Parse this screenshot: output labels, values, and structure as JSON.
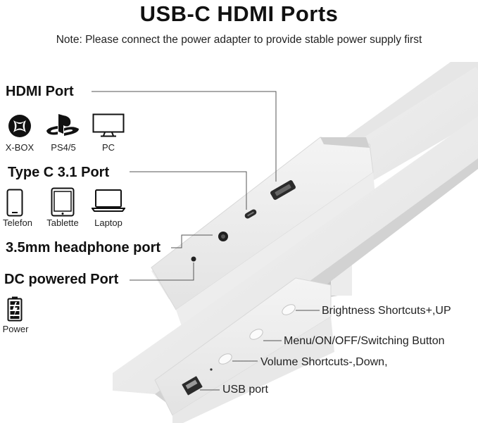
{
  "title": "USB-C HDMI Ports",
  "note": "Note: Please connect the power adapter to provide stable power supply first",
  "ports": {
    "hdmi": {
      "label": "HDMI Port",
      "devices": [
        {
          "icon": "xbox-icon",
          "label": "X-BOX"
        },
        {
          "icon": "playstation-icon",
          "label": "PS4/5"
        },
        {
          "icon": "monitor-icon",
          "label": "PC"
        }
      ]
    },
    "typec": {
      "label": "Type C 3.1 Port",
      "devices": [
        {
          "icon": "phone-icon",
          "label": "Telefon"
        },
        {
          "icon": "tablet-icon",
          "label": "Tablette"
        },
        {
          "icon": "laptop-icon",
          "label": "Laptop"
        }
      ]
    },
    "headphone": {
      "label": "3.5mm headphone port"
    },
    "dc": {
      "label": "DC powered Port",
      "devices": [
        {
          "icon": "battery-icon",
          "label": "Power"
        }
      ]
    }
  },
  "buttons": {
    "brightness": "Brightness Shortcuts+,UP",
    "menu": "Menu/ON/OFF/Switching Button",
    "volume": "Volume Shortcuts-,Down,",
    "usb": "USB port"
  },
  "colors": {
    "text": "#1a1a1a",
    "device_body": "#f0f0f0",
    "device_shadow": "#c9c9c9",
    "port": "#222222"
  }
}
